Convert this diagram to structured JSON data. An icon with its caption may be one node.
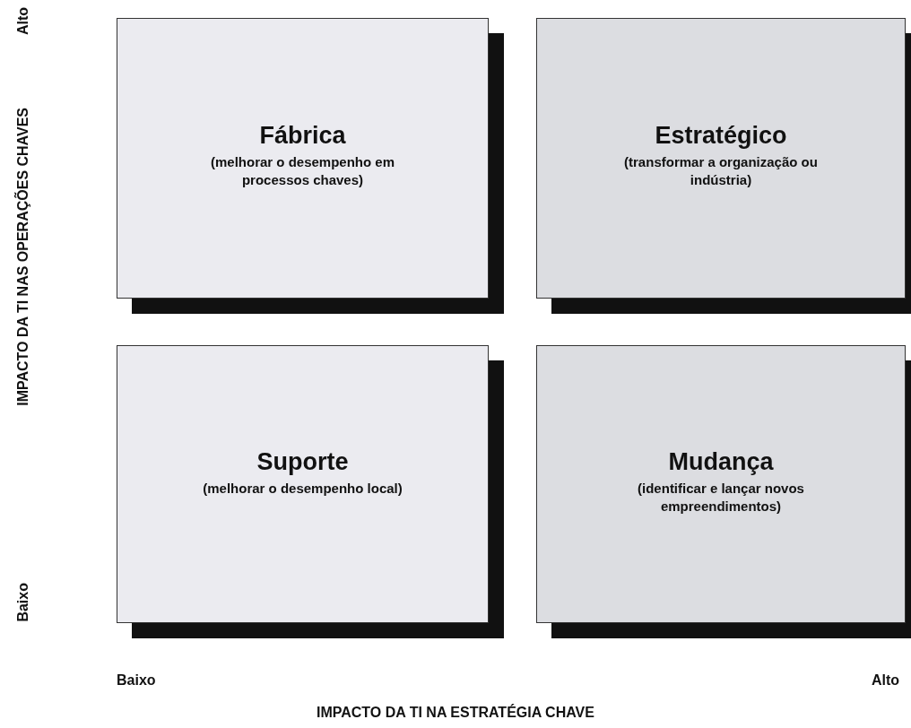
{
  "diagram": {
    "nodes": [
      {
        "text": [
          "Fábrica",
          "(melhorar o desempenho em processos chaves)"
        ]
      },
      {
        "text": [
          "Estratégico",
          "(transformar a organização ou indústria)"
        ]
      },
      {
        "text": [
          "Suporte",
          "(melhorar o desempenho local)"
        ]
      },
      {
        "text": [
          "Mudança",
          "(identificar e lançar novos empreendimentos)"
        ]
      }
    ],
    "edges": [],
    "labels": [
      "Alto",
      "IMPACTO DA TI NAS OPERAÇÕES CHAVES",
      "Baixo",
      "Baixo",
      "Alto",
      "IMPACTO DA TI NA ESTRATÉGIA CHAVE"
    ]
  }
}
